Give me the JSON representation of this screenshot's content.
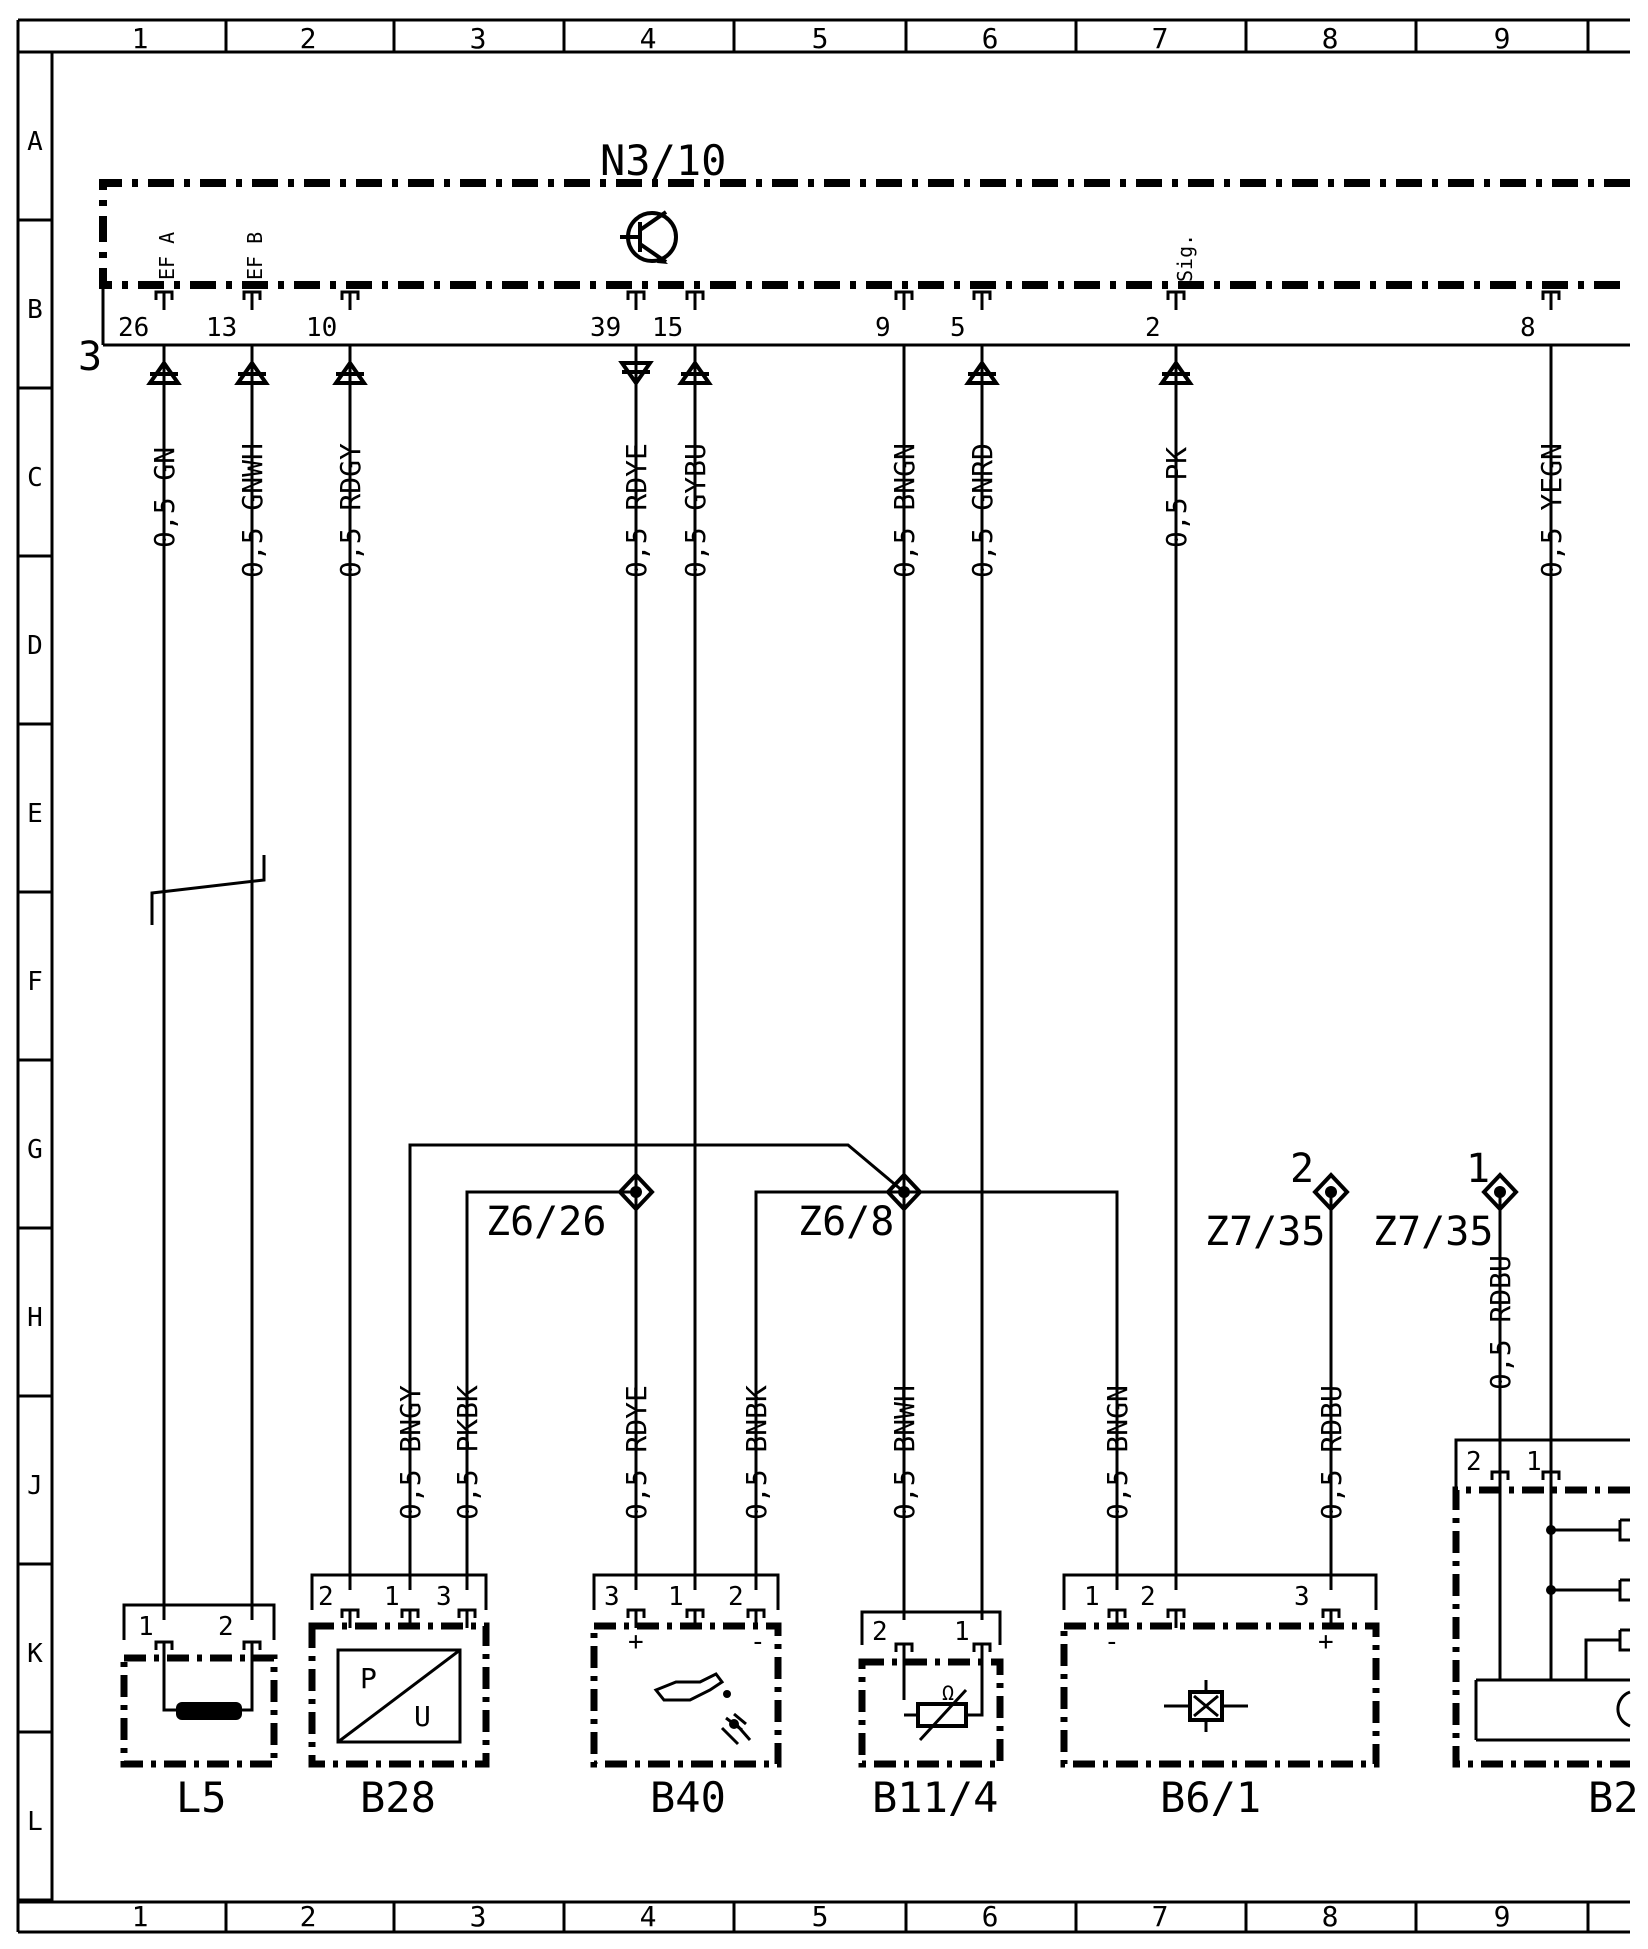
{
  "frame": {
    "columns": [
      "1",
      "2",
      "3",
      "4",
      "5",
      "6",
      "7",
      "8",
      "9"
    ],
    "rows": [
      "A",
      "B",
      "C",
      "D",
      "E",
      "F",
      "G",
      "H",
      "J",
      "K",
      "L"
    ]
  },
  "control_unit": {
    "name": "N3/10",
    "connector": "3",
    "signal_labels": {
      "efa": "EF A",
      "efb": "EF B",
      "sig": "Sig."
    },
    "pins": [
      "26",
      "13",
      "10",
      "39",
      "15",
      "9",
      "5",
      "2",
      "8"
    ]
  },
  "wires_upper": [
    "0,5 GN",
    "0,5 GNWH",
    "0,5 RDGY",
    "0,5 RDYE",
    "0,5 GYBU",
    "0,5 BNGN",
    "0,5 GNRD",
    "0,5 PK",
    "0,5 YEGN"
  ],
  "splices": {
    "z626": "Z6/26",
    "z68": "Z6/8",
    "z735a": "Z7/35",
    "z735a_pin": "2",
    "z735b": "Z7/35",
    "z735b_pin": "1"
  },
  "wires_lower": [
    "0,5 BNGY",
    "0,5 PKBK",
    "0,5 RDYE",
    "0,5 BNBK",
    "0,5 BNWH",
    "0,5 BNGN",
    "0,5 RDBU",
    "0,5 RDBU"
  ],
  "components": {
    "l5": {
      "name": "L5",
      "pins": [
        "1",
        "2"
      ]
    },
    "b28": {
      "name": "B28",
      "pins": [
        "2",
        "1",
        "3"
      ],
      "symbol": [
        "P",
        "U"
      ]
    },
    "b40": {
      "name": "B40",
      "pins": [
        "3",
        "1",
        "2"
      ],
      "polarity": [
        "+",
        "-"
      ]
    },
    "b114": {
      "name": "B11/4",
      "pins": [
        "2",
        "1"
      ],
      "symbol": "Ω"
    },
    "b61": {
      "name": "B6/1",
      "pins": [
        "1",
        "2",
        "3"
      ],
      "polarity": [
        "-",
        "+"
      ]
    },
    "b2": {
      "name": "B2",
      "pins": [
        "2",
        "1"
      ]
    }
  }
}
